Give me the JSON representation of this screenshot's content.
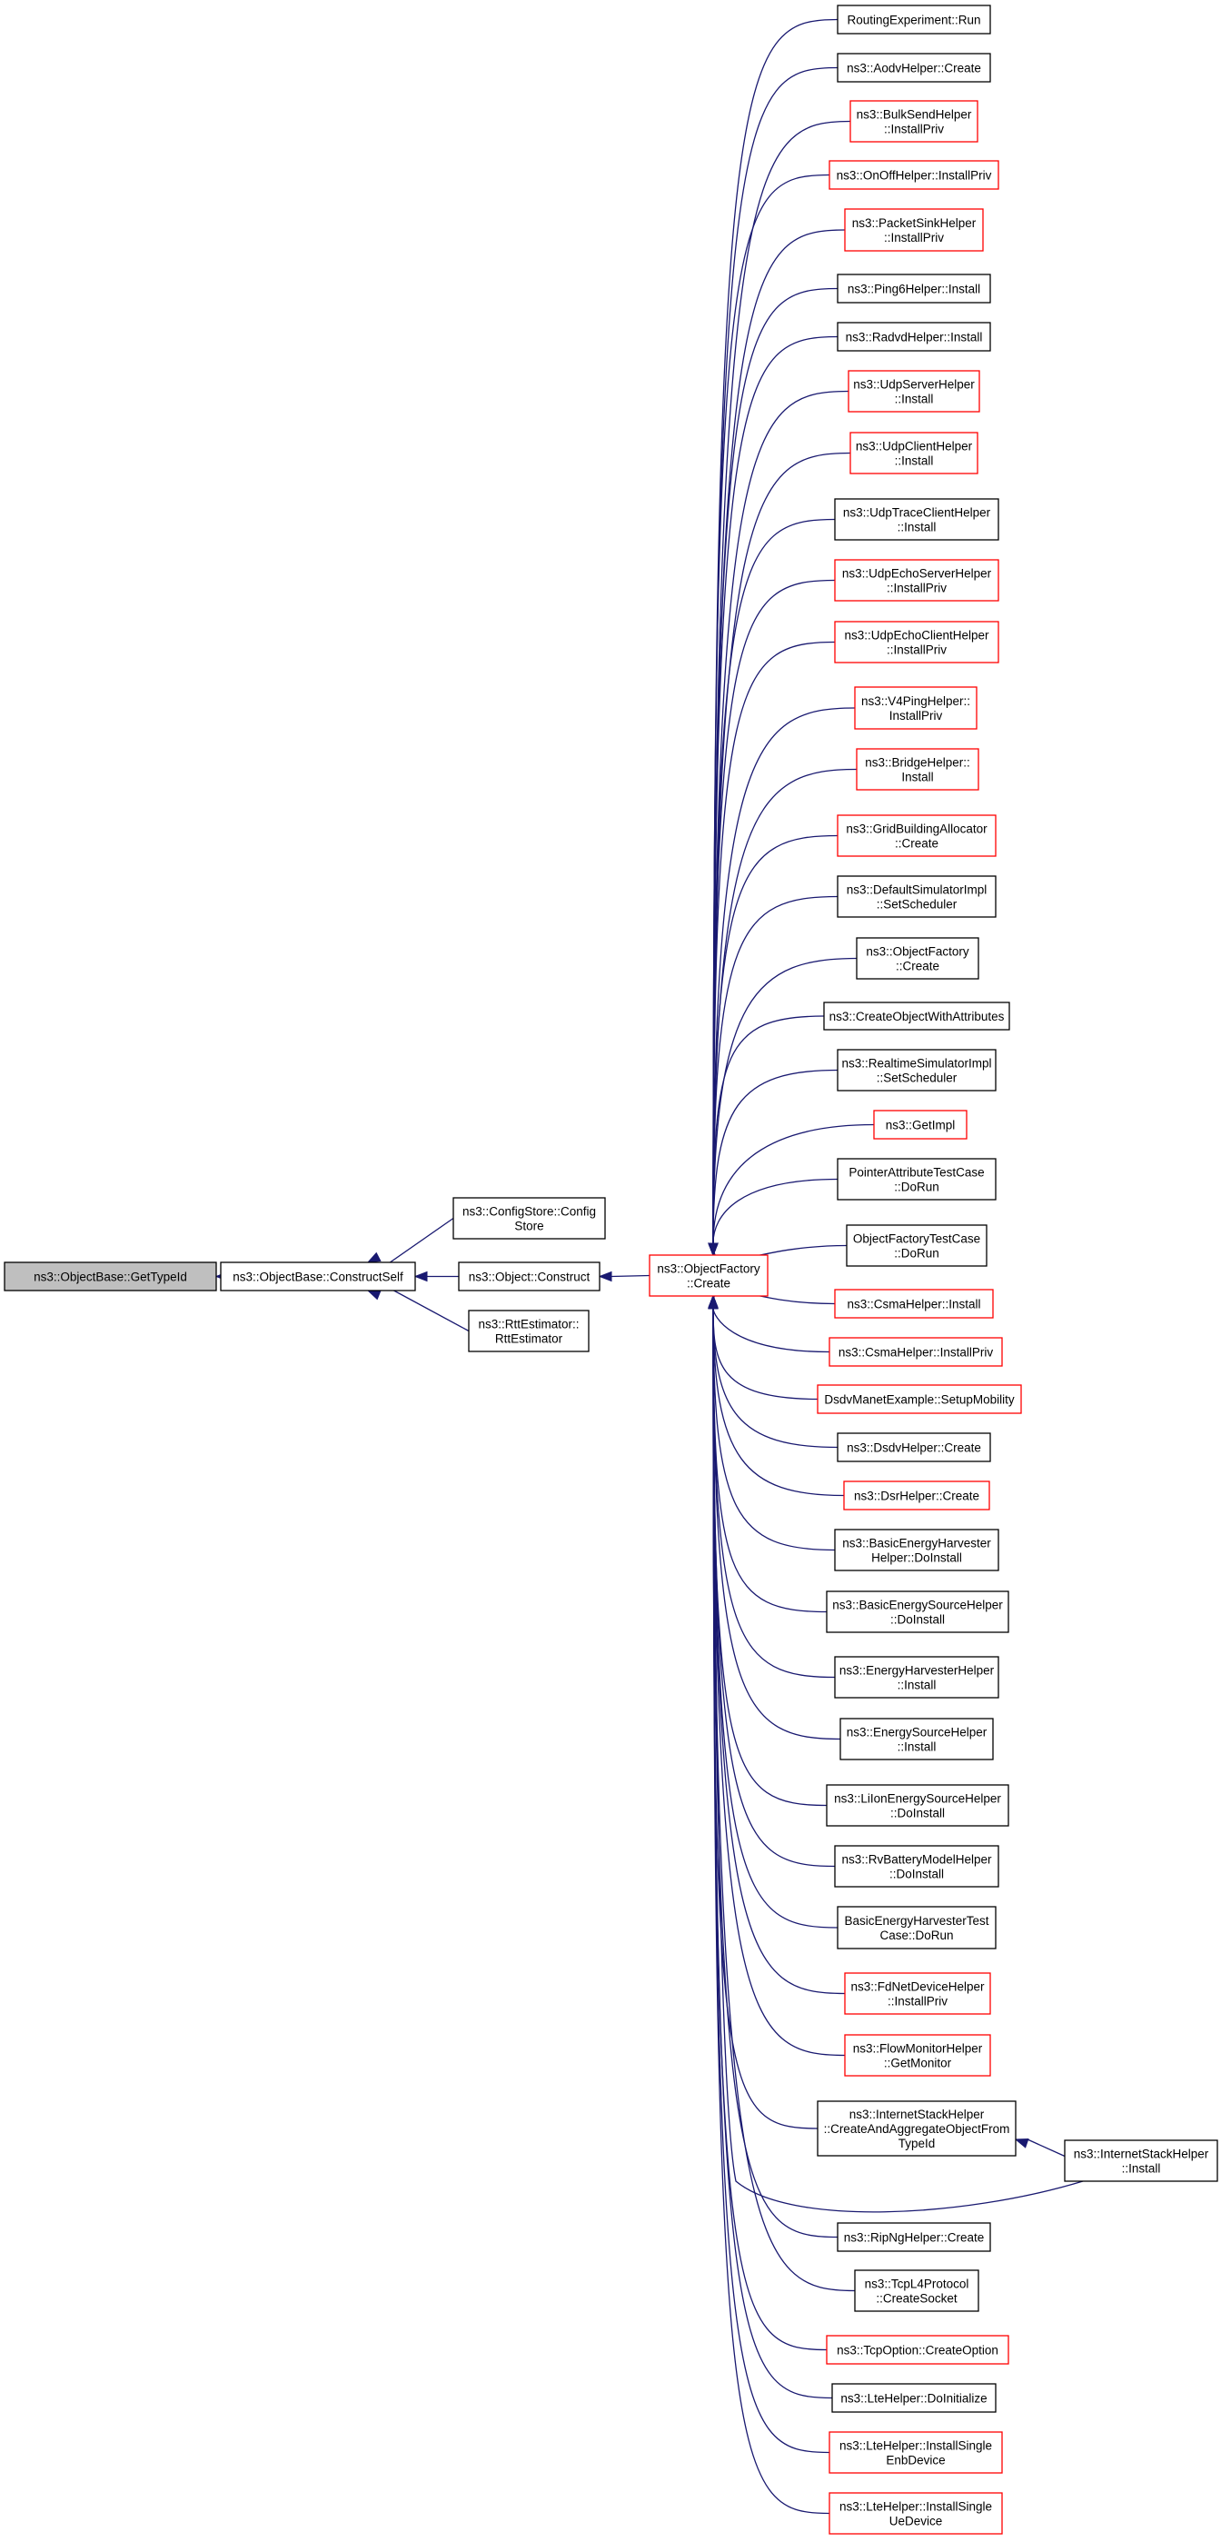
{
  "colors": {
    "edge": "#191970",
    "border_normal": "#000000",
    "border_highlight": "#ff0000",
    "root_fill": "#bfbfbf",
    "node_fill": "#ffffff"
  },
  "nodes": [
    {
      "id": "getTypeId",
      "lines": [
        "ns3::ObjectBase::GetTypeId"
      ],
      "style": "root"
    },
    {
      "id": "constructSelf",
      "lines": [
        "ns3::ObjectBase::ConstructSelf"
      ],
      "style": "black"
    },
    {
      "id": "configStore",
      "lines": [
        "ns3::ConfigStore::Config",
        "Store"
      ],
      "style": "black"
    },
    {
      "id": "objectConstruct",
      "lines": [
        "ns3::Object::Construct"
      ],
      "style": "black"
    },
    {
      "id": "rttEstimator",
      "lines": [
        "ns3::RttEstimator::",
        "RttEstimator"
      ],
      "style": "black"
    },
    {
      "id": "objectFactoryCreate",
      "lines": [
        "ns3::ObjectFactory",
        "::Create"
      ],
      "style": "red"
    },
    {
      "id": "c01",
      "lines": [
        "RoutingExperiment::Run"
      ],
      "style": "black"
    },
    {
      "id": "c02",
      "lines": [
        "ns3::AodvHelper::Create"
      ],
      "style": "black"
    },
    {
      "id": "c03",
      "lines": [
        "ns3::BulkSendHelper",
        "::InstallPriv"
      ],
      "style": "red"
    },
    {
      "id": "c04",
      "lines": [
        "ns3::OnOffHelper::InstallPriv"
      ],
      "style": "red"
    },
    {
      "id": "c05",
      "lines": [
        "ns3::PacketSinkHelper",
        "::InstallPriv"
      ],
      "style": "red"
    },
    {
      "id": "c06",
      "lines": [
        "ns3::Ping6Helper::Install"
      ],
      "style": "black"
    },
    {
      "id": "c07",
      "lines": [
        "ns3::RadvdHelper::Install"
      ],
      "style": "black"
    },
    {
      "id": "c08",
      "lines": [
        "ns3::UdpServerHelper",
        "::Install"
      ],
      "style": "red"
    },
    {
      "id": "c09",
      "lines": [
        "ns3::UdpClientHelper",
        "::Install"
      ],
      "style": "red"
    },
    {
      "id": "c10",
      "lines": [
        "ns3::UdpTraceClientHelper",
        "::Install"
      ],
      "style": "black"
    },
    {
      "id": "c11",
      "lines": [
        "ns3::UdpEchoServerHelper",
        "::InstallPriv"
      ],
      "style": "red"
    },
    {
      "id": "c12",
      "lines": [
        "ns3::UdpEchoClientHelper",
        "::InstallPriv"
      ],
      "style": "red"
    },
    {
      "id": "c13",
      "lines": [
        "ns3::V4PingHelper::",
        "InstallPriv"
      ],
      "style": "red"
    },
    {
      "id": "c14",
      "lines": [
        "ns3::BridgeHelper::",
        "Install"
      ],
      "style": "red"
    },
    {
      "id": "c15",
      "lines": [
        "ns3::GridBuildingAllocator",
        "::Create"
      ],
      "style": "red"
    },
    {
      "id": "c16",
      "lines": [
        "ns3::DefaultSimulatorImpl",
        "::SetScheduler"
      ],
      "style": "black"
    },
    {
      "id": "c17",
      "lines": [
        "ns3::ObjectFactory",
        "::Create"
      ],
      "style": "black"
    },
    {
      "id": "c18",
      "lines": [
        "ns3::CreateObjectWithAttributes"
      ],
      "style": "black"
    },
    {
      "id": "c19",
      "lines": [
        "ns3::RealtimeSimulatorImpl",
        "::SetScheduler"
      ],
      "style": "black"
    },
    {
      "id": "c20",
      "lines": [
        "ns3::GetImpl"
      ],
      "style": "red"
    },
    {
      "id": "c21",
      "lines": [
        "PointerAttributeTestCase",
        "::DoRun"
      ],
      "style": "black"
    },
    {
      "id": "c22",
      "lines": [
        "ObjectFactoryTestCase",
        "::DoRun"
      ],
      "style": "black"
    },
    {
      "id": "c23",
      "lines": [
        "ns3::CsmaHelper::Install"
      ],
      "style": "red"
    },
    {
      "id": "c24",
      "lines": [
        "ns3::CsmaHelper::InstallPriv"
      ],
      "style": "red"
    },
    {
      "id": "c25",
      "lines": [
        "DsdvManetExample::SetupMobility"
      ],
      "style": "red"
    },
    {
      "id": "c26",
      "lines": [
        "ns3::DsdvHelper::Create"
      ],
      "style": "black"
    },
    {
      "id": "c27",
      "lines": [
        "ns3::DsrHelper::Create"
      ],
      "style": "red"
    },
    {
      "id": "c28",
      "lines": [
        "ns3::BasicEnergyHarvester",
        "Helper::DoInstall"
      ],
      "style": "black"
    },
    {
      "id": "c29",
      "lines": [
        "ns3::BasicEnergySourceHelper",
        "::DoInstall"
      ],
      "style": "black"
    },
    {
      "id": "c30",
      "lines": [
        "ns3::EnergyHarvesterHelper",
        "::Install"
      ],
      "style": "black"
    },
    {
      "id": "c31",
      "lines": [
        "ns3::EnergySourceHelper",
        "::Install"
      ],
      "style": "black"
    },
    {
      "id": "c32",
      "lines": [
        "ns3::LiIonEnergySourceHelper",
        "::DoInstall"
      ],
      "style": "black"
    },
    {
      "id": "c33",
      "lines": [
        "ns3::RvBatteryModelHelper",
        "::DoInstall"
      ],
      "style": "black"
    },
    {
      "id": "c34",
      "lines": [
        "BasicEnergyHarvesterTest",
        "Case::DoRun"
      ],
      "style": "black"
    },
    {
      "id": "c35",
      "lines": [
        "ns3::FdNetDeviceHelper",
        "::InstallPriv"
      ],
      "style": "red"
    },
    {
      "id": "c36",
      "lines": [
        "ns3::FlowMonitorHelper",
        "::GetMonitor"
      ],
      "style": "red"
    },
    {
      "id": "c37",
      "lines": [
        "ns3::InternetStackHelper",
        "::CreateAndAggregateObjectFrom",
        "TypeId"
      ],
      "style": "black"
    },
    {
      "id": "c38",
      "lines": [
        "ns3::InternetStackHelper",
        "::Install"
      ],
      "style": "black"
    },
    {
      "id": "c39",
      "lines": [
        "ns3::RipNgHelper::Create"
      ],
      "style": "black"
    },
    {
      "id": "c40",
      "lines": [
        "ns3::TcpL4Protocol",
        "::CreateSocket"
      ],
      "style": "black"
    },
    {
      "id": "c41",
      "lines": [
        "ns3::TcpOption::CreateOption"
      ],
      "style": "red"
    },
    {
      "id": "c42",
      "lines": [
        "ns3::LteHelper::DoInitialize"
      ],
      "style": "black"
    },
    {
      "id": "c43",
      "lines": [
        "ns3::LteHelper::InstallSingle",
        "EnbDevice"
      ],
      "style": "red"
    },
    {
      "id": "c44",
      "lines": [
        "ns3::LteHelper::InstallSingle",
        "UeDevice"
      ],
      "style": "red"
    }
  ],
  "edges": [
    {
      "from": "constructSelf",
      "to": "getTypeId"
    },
    {
      "from": "configStore",
      "to": "constructSelf"
    },
    {
      "from": "objectConstruct",
      "to": "constructSelf"
    },
    {
      "from": "rttEstimator",
      "to": "constructSelf"
    },
    {
      "from": "objectFactoryCreate",
      "to": "objectConstruct"
    },
    {
      "from": "c01",
      "to": "objectFactoryCreate"
    },
    {
      "from": "c02",
      "to": "objectFactoryCreate"
    },
    {
      "from": "c03",
      "to": "objectFactoryCreate"
    },
    {
      "from": "c04",
      "to": "objectFactoryCreate"
    },
    {
      "from": "c05",
      "to": "objectFactoryCreate"
    },
    {
      "from": "c06",
      "to": "objectFactoryCreate"
    },
    {
      "from": "c07",
      "to": "objectFactoryCreate"
    },
    {
      "from": "c08",
      "to": "objectFactoryCreate"
    },
    {
      "from": "c09",
      "to": "objectFactoryCreate"
    },
    {
      "from": "c10",
      "to": "objectFactoryCreate"
    },
    {
      "from": "c11",
      "to": "objectFactoryCreate"
    },
    {
      "from": "c12",
      "to": "objectFactoryCreate"
    },
    {
      "from": "c13",
      "to": "objectFactoryCreate"
    },
    {
      "from": "c14",
      "to": "objectFactoryCreate"
    },
    {
      "from": "c15",
      "to": "objectFactoryCreate"
    },
    {
      "from": "c16",
      "to": "objectFactoryCreate"
    },
    {
      "from": "c17",
      "to": "objectFactoryCreate"
    },
    {
      "from": "c18",
      "to": "objectFactoryCreate"
    },
    {
      "from": "c19",
      "to": "objectFactoryCreate"
    },
    {
      "from": "c20",
      "to": "objectFactoryCreate"
    },
    {
      "from": "c21",
      "to": "objectFactoryCreate"
    },
    {
      "from": "c22",
      "to": "objectFactoryCreate"
    },
    {
      "from": "c23",
      "to": "objectFactoryCreate"
    },
    {
      "from": "c24",
      "to": "objectFactoryCreate"
    },
    {
      "from": "c25",
      "to": "objectFactoryCreate"
    },
    {
      "from": "c26",
      "to": "objectFactoryCreate"
    },
    {
      "from": "c27",
      "to": "objectFactoryCreate"
    },
    {
      "from": "c28",
      "to": "objectFactoryCreate"
    },
    {
      "from": "c29",
      "to": "objectFactoryCreate"
    },
    {
      "from": "c30",
      "to": "objectFactoryCreate"
    },
    {
      "from": "c31",
      "to": "objectFactoryCreate"
    },
    {
      "from": "c32",
      "to": "objectFactoryCreate"
    },
    {
      "from": "c33",
      "to": "objectFactoryCreate"
    },
    {
      "from": "c34",
      "to": "objectFactoryCreate"
    },
    {
      "from": "c35",
      "to": "objectFactoryCreate"
    },
    {
      "from": "c36",
      "to": "objectFactoryCreate"
    },
    {
      "from": "c37",
      "to": "objectFactoryCreate"
    },
    {
      "from": "c38",
      "to": "objectFactoryCreate"
    },
    {
      "from": "c39",
      "to": "objectFactoryCreate"
    },
    {
      "from": "c40",
      "to": "objectFactoryCreate"
    },
    {
      "from": "c41",
      "to": "objectFactoryCreate"
    },
    {
      "from": "c42",
      "to": "objectFactoryCreate"
    },
    {
      "from": "c43",
      "to": "objectFactoryCreate"
    },
    {
      "from": "c44",
      "to": "objectFactoryCreate"
    },
    {
      "from": "c38",
      "to": "c37"
    }
  ]
}
